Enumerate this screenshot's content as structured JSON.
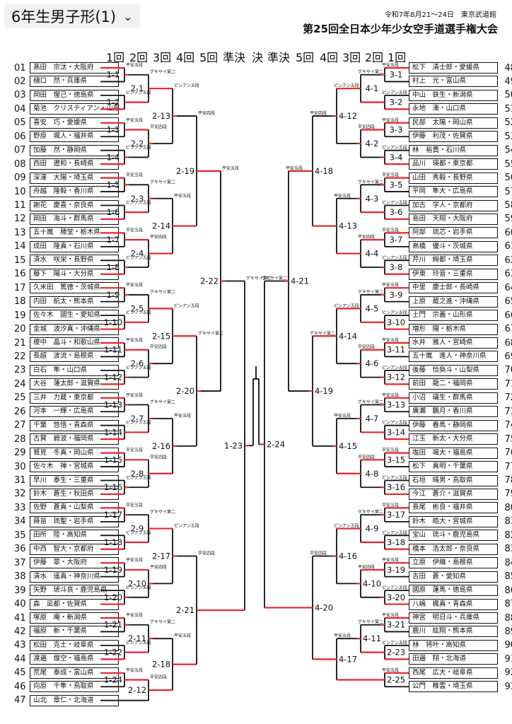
{
  "header": {
    "title": "6年生男子形(1)",
    "date_venue": "令和7年8月21～24日　東京武道館",
    "tournament": "第25回全日本少年少女空手道選手権大会"
  },
  "rounds_left": [
    "1回",
    "2回",
    "3回",
    "4回",
    "5回",
    "準決",
    "決"
  ],
  "rounds_right": [
    "準決",
    "5回",
    "4回",
    "3回",
    "2回",
    "1回"
  ],
  "left": [
    {
      "no": "01",
      "name": "髙田　宗汰・大阪府"
    },
    {
      "no": "02",
      "name": "樋口　然・兵庫県"
    },
    {
      "no": "03",
      "name": "岡田　惺己・徳島県"
    },
    {
      "no": "04",
      "name": "菊池　クリスティアン・山形県"
    },
    {
      "no": "05",
      "name": "喜安　巧・愛媛県"
    },
    {
      "no": "06",
      "name": "野原　颯人・福井県"
    },
    {
      "no": "07",
      "name": "加藤　然・静岡県"
    },
    {
      "no": "08",
      "name": "西田　遼和・長崎県"
    },
    {
      "no": "09",
      "name": "深澤　大陽・埼玉県"
    },
    {
      "no": "10",
      "name": "舟越　隆毅・香川県"
    },
    {
      "no": "11",
      "name": "謝花　慶喜・奈良県"
    },
    {
      "no": "12",
      "name": "岡田　海斗・群馬県"
    },
    {
      "no": "13",
      "name": "五十嵐　穂堂・栃木県"
    },
    {
      "no": "14",
      "name": "成田　隆真・石川県"
    },
    {
      "no": "15",
      "name": "清水　咲栄・長野県"
    },
    {
      "no": "16",
      "name": "藤下　陽斗・大分県"
    },
    {
      "no": "17",
      "name": "久米田　篤徳・茨城県"
    },
    {
      "no": "18",
      "name": "内田　航太・熊本県"
    },
    {
      "no": "19",
      "name": "佐々木　國生・愛知県"
    },
    {
      "no": "20",
      "name": "金城　波汐真・沖縄県"
    },
    {
      "no": "21",
      "name": "榎中　晶斗・和歌山県"
    },
    {
      "no": "22",
      "name": "長超　波流・島根県"
    },
    {
      "no": "23",
      "name": "白石　隼・山口県"
    },
    {
      "no": "24",
      "name": "大谷　蓮太郎・滋賀県"
    },
    {
      "no": "25",
      "name": "三井　力蔵・東京都"
    },
    {
      "no": "26",
      "name": "河本　一輝・広島県"
    },
    {
      "no": "27",
      "name": "千葉　悠悟・青森県"
    },
    {
      "no": "28",
      "name": "古賀　碧波・福岡県"
    },
    {
      "no": "29",
      "name": "鷲見　冬真・岡山県"
    },
    {
      "no": "30",
      "name": "佐々木　禅・宮城県"
    },
    {
      "no": "31",
      "name": "早川　泰生・三重県"
    },
    {
      "no": "32",
      "name": "鈴木　蒼生・秋田県"
    },
    {
      "no": "33",
      "name": "佐野　蒼真・山梨県"
    },
    {
      "no": "34",
      "name": "蒔苗　琉聖・岩手県"
    },
    {
      "no": "35",
      "name": "田所　陸・高知県"
    },
    {
      "no": "36",
      "name": "中西　智大・京都府"
    },
    {
      "no": "37",
      "name": "伊藤　翠・大阪府"
    },
    {
      "no": "38",
      "name": "清水　遥真・神奈川県"
    },
    {
      "no": "39",
      "name": "矢野　琥斗哀・鹿児島県"
    },
    {
      "no": "40",
      "name": "森　凪都・佐賀県"
    },
    {
      "no": "41",
      "name": "塚原　庵・新潟県"
    },
    {
      "no": "42",
      "name": "福原　新・千葉県"
    },
    {
      "no": "43",
      "name": "松田　克士・岐阜県"
    },
    {
      "no": "44",
      "name": "渡邉　煌空・福島県"
    },
    {
      "no": "45",
      "name": "荒尾　泰成・富山県"
    },
    {
      "no": "46",
      "name": "向原　千隼・鳥取県"
    },
    {
      "no": "47",
      "name": "山北　章仁・北海道"
    }
  ],
  "right": [
    {
      "no": "48",
      "name": "松下　清士郎・愛媛県"
    },
    {
      "no": "49",
      "name": "村上　光・富山県"
    },
    {
      "no": "50",
      "name": "中山　鉄生・新潟県"
    },
    {
      "no": "51",
      "name": "永地　湊・山口県"
    },
    {
      "no": "52",
      "name": "民部　太陽・岡山県"
    },
    {
      "no": "53",
      "name": "伊藤　利茂・佐賀県"
    },
    {
      "no": "54",
      "name": "林　裕貴・石川県"
    },
    {
      "no": "55",
      "name": "品川　瑛都・東京都"
    },
    {
      "no": "56",
      "name": "山田　秀毅・長野県"
    },
    {
      "no": "57",
      "name": "平岡　隼大・広島県"
    },
    {
      "no": "58",
      "name": "加古　学人・京都府"
    },
    {
      "no": "59",
      "name": "島田　天翔・大阪府"
    },
    {
      "no": "60",
      "name": "阿部　琉芯・岩手県"
    },
    {
      "no": "61",
      "name": "高橋　優斗・茨城県"
    },
    {
      "no": "62",
      "name": "芹川　絢都・埼玉県"
    },
    {
      "no": "63",
      "name": "伊東　玲音・三重県"
    },
    {
      "no": "64",
      "name": "中里　慶士郎・長崎県"
    },
    {
      "no": "65",
      "name": "上原　蔵之進・沖縄県"
    },
    {
      "no": "66",
      "name": "土門　宗義・山形県"
    },
    {
      "no": "67",
      "name": "増形　陽・栃木県"
    },
    {
      "no": "68",
      "name": "水井　雅人・宮崎県"
    },
    {
      "no": "69",
      "name": "五十嵐　進人・神奈川県"
    },
    {
      "no": "70",
      "name": "後藤　恰奐斗・山梨県"
    },
    {
      "no": "71",
      "name": "前田　龍二・福岡県"
    },
    {
      "no": "72",
      "name": "小沼　璃生・群馬県"
    },
    {
      "no": "73",
      "name": "廣瀬　鵬月・香川県"
    },
    {
      "no": "74",
      "name": "伊藤　春馬・静岡県"
    },
    {
      "no": "75",
      "name": "江玉　新太・大分県"
    },
    {
      "no": "76",
      "name": "塩田　颯大・福島県"
    },
    {
      "no": "77",
      "name": "松下　真明・千葉県"
    },
    {
      "no": "78",
      "name": "石垣　晴男・鳥取県"
    },
    {
      "no": "79",
      "name": "今江　蒼介・滋賀県"
    },
    {
      "no": "80",
      "name": "長尾　彬良・福井県"
    },
    {
      "no": "81",
      "name": "鈴木　皓大・宮城県"
    },
    {
      "no": "82",
      "name": "宝山　琉斗・鹿児島県"
    },
    {
      "no": "83",
      "name": "橋本　浩太郎・奈良県"
    },
    {
      "no": "84",
      "name": "立原　伊織・島根県"
    },
    {
      "no": "85",
      "name": "吉田　蒼・愛知県"
    },
    {
      "no": "86",
      "name": "國原　蓮馬・徳島県"
    },
    {
      "no": "87",
      "name": "八嶋　楓真・青森県"
    },
    {
      "no": "88",
      "name": "神宮　明日斗・兵庫県"
    },
    {
      "no": "89",
      "name": "鹿川　紘翔・熊本県"
    },
    {
      "no": "90",
      "name": "林　将叶・高知県"
    },
    {
      "no": "91",
      "name": "田邉　翔・北海道"
    },
    {
      "no": "92",
      "name": "西尾　広大・岐阜県"
    },
    {
      "no": "93",
      "name": "公門　稚雲・埼玉県"
    }
  ],
  "matches_left": [
    "1-1",
    "1-2",
    "1-3",
    "1-4",
    "1-5",
    "1-6",
    "1-7",
    "1-8",
    "1-9",
    "1-10",
    "1-11",
    "1-12",
    "1-13",
    "1-14",
    "1-15",
    "1-16",
    "1-17",
    "1-18",
    "1-19",
    "1-20",
    "1-21",
    "1-22",
    "1-24",
    "2-1",
    "2-2",
    "2-3",
    "2-4",
    "2-5",
    "2-6",
    "2-7",
    "2-8",
    "2-9",
    "2-10",
    "2-11",
    "2-12",
    "2-13",
    "2-14",
    "2-15",
    "2-16",
    "2-17",
    "2-18",
    "2-19",
    "2-20",
    "2-21",
    "2-22",
    "1-23"
  ],
  "matches_right": [
    "3-1",
    "3-2",
    "3-3",
    "3-4",
    "3-5",
    "3-6",
    "3-7",
    "3-8",
    "3-9",
    "3-10",
    "3-11",
    "3-12",
    "3-13",
    "3-14",
    "3-15",
    "3-16",
    "3-17",
    "3-18",
    "3-19",
    "3-20",
    "3-21",
    "2-23",
    "2-25",
    "4-1",
    "4-2",
    "4-3",
    "4-4",
    "4-5",
    "4-6",
    "4-7",
    "4-8",
    "4-9",
    "4-10",
    "4-11",
    "4-12",
    "4-13",
    "4-14",
    "4-15",
    "4-16",
    "4-17",
    "4-18",
    "4-19",
    "4-20",
    "4-21",
    "2-24"
  ],
  "kata": {
    "heian": "平安五段",
    "gekisai": "ゲキサイ第二",
    "pinan": "ピンアン五段",
    "heian4": "平安四段",
    "gekisai1": "ゲキサイ第一"
  }
}
